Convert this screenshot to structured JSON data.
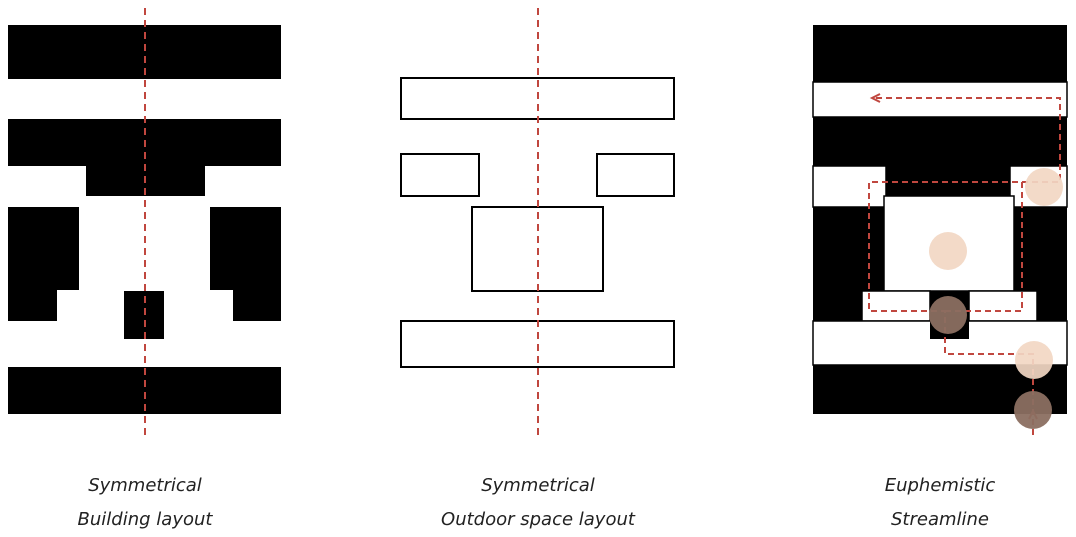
{
  "panels": [
    {
      "caption_line1": "Symmetrical",
      "caption_line2": "Building layout"
    },
    {
      "caption_line1": "Symmetrical",
      "caption_line2": "Outdoor space layout"
    },
    {
      "caption_line1": "Euphemistic",
      "caption_line2": "Streamline"
    }
  ],
  "colors": {
    "building": "#000000",
    "outline": "#000000",
    "axis": "#c0473f",
    "streamline": "#c0473f",
    "node_light": "#f2d7c3",
    "node_dark": "#8b6f61"
  }
}
